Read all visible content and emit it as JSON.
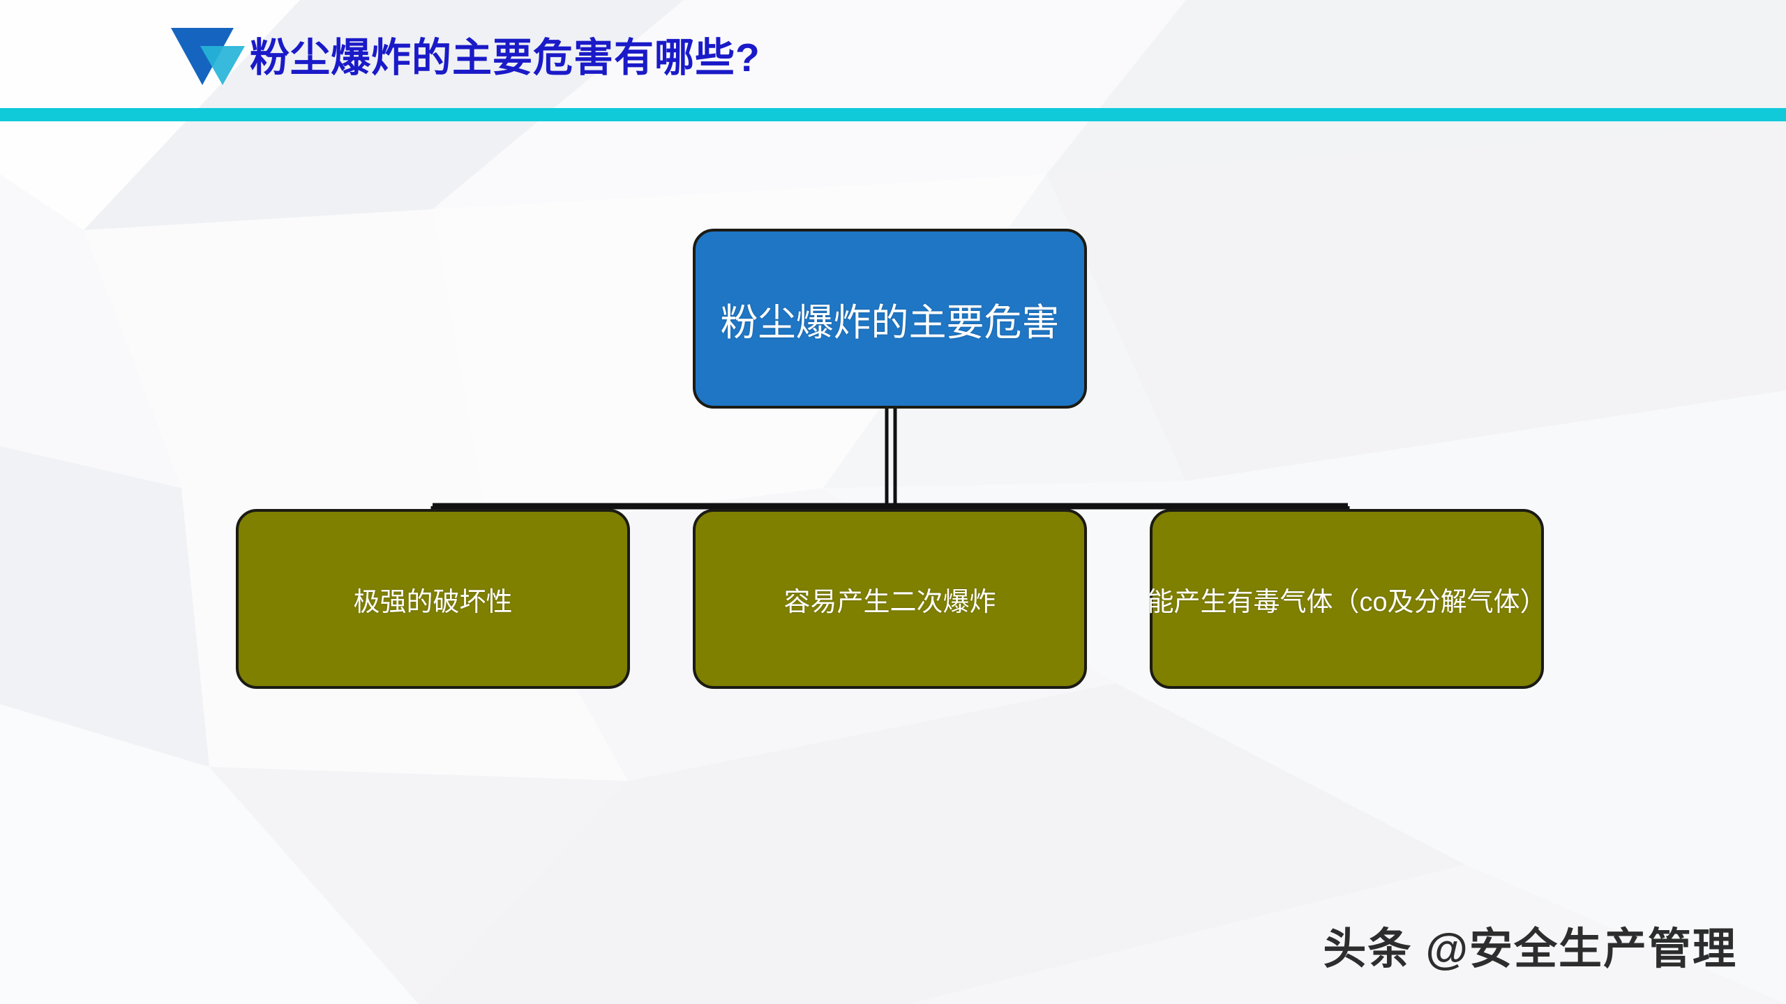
{
  "header": {
    "title": "粉尘爆炸的主要危害有哪些?",
    "logo_icon": "w-logo-icon",
    "accent_color": "#10c9d9",
    "title_color": "#1a1ac8"
  },
  "diagram": {
    "root": {
      "label": "粉尘爆炸的主要危害",
      "fill": "#1f76c4",
      "border": "#1b1b14",
      "text_color": "#ffffff"
    },
    "children": [
      {
        "label": "极强的破坏性",
        "fill": "#7f7f00",
        "border": "#1b1b14",
        "text_color": "#ffffff"
      },
      {
        "label": "容易产生二次爆炸",
        "fill": "#7f7f00",
        "border": "#1b1b14",
        "text_color": "#ffffff"
      },
      {
        "label": "能产生有毒气体（co及分解气体）",
        "fill": "#7f7f00",
        "border": "#1b1b14",
        "text_color": "#ffffff"
      }
    ],
    "connector_color": "#111111"
  },
  "watermark": {
    "text": "头条 @安全生产管理"
  },
  "background": {
    "base_color": "#f5f6f8"
  }
}
